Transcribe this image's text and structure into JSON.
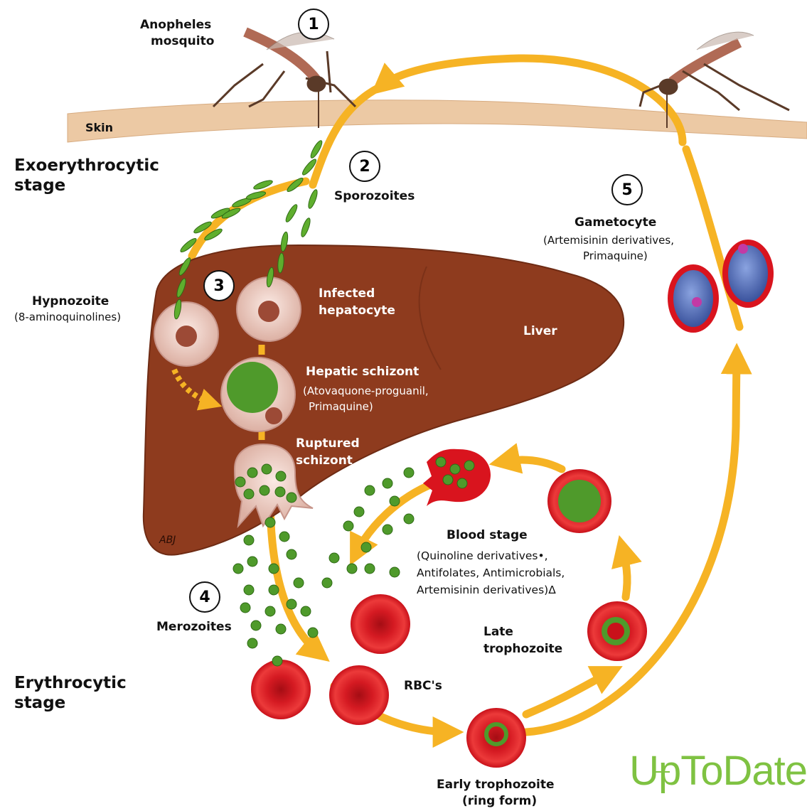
{
  "labels": {
    "anopheles": "Anopheles",
    "mosquito": "mosquito",
    "skin": "Skin",
    "exo_line1": "Exoerythrocytic",
    "exo_line2": "stage",
    "sporozoites": "Sporozoites",
    "hypnozoite": "Hypnozoite",
    "hypnozoite_drug": "(8-aminoquinolines)",
    "infected_line1": "Infected",
    "infected_line2": "hepatocyte",
    "liver": "Liver",
    "hepatic_schizont": "Hepatic schizont",
    "hepatic_drug_line1": "(Atovaquone-proguanil,",
    "hepatic_drug_line2": "Primaquine)",
    "ruptured_line1": "Ruptured",
    "ruptured_line2": "schizont",
    "gametocyte": "Gametocyte",
    "gametocyte_drug_line1": "(Artemisinin derivatives,",
    "gametocyte_drug_line2": "Primaquine)",
    "blood_stage": "Blood stage",
    "blood_drug_line1": "(Quinoline derivatives•,",
    "blood_drug_line2": "Antifolates, Antimicrobials,",
    "blood_drug_line3": "Artemisinin derivatives)Δ",
    "merozoites": "Merozoites",
    "late_line1": "Late",
    "late_line2": "trophozoite",
    "rbcs": "RBC's",
    "ery_line1": "Erythrocytic",
    "ery_line2": "stage",
    "early_line1": "Early trophozoite",
    "early_line2": "(ring form)",
    "signature": "ABJ"
  },
  "step_numbers": [
    "1",
    "2",
    "3",
    "4",
    "5"
  ],
  "logo": "UpToDate",
  "colors": {
    "arrow": "#f6b324",
    "liver": "#8e3b1e",
    "skin": "#ecc9a4",
    "rbc": "#d9141e",
    "parasite": "#4f9a2b",
    "gametocyte": "#4a67b5",
    "logo": "#7fc242"
  },
  "icons": [
    "mosquito-icon",
    "hepatocyte-icon",
    "red-blood-cell-icon",
    "merozoite-icon",
    "sporozoite-icon"
  ]
}
